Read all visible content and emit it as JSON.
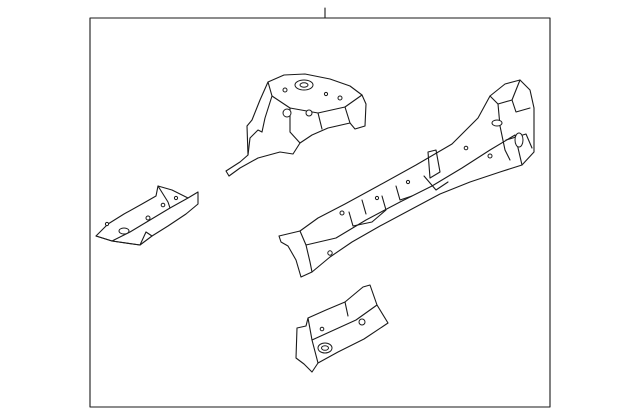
{
  "diagram": {
    "line_color": "#1a1a1a",
    "background": "#ffffff",
    "parts": [
      {
        "name": "upper-bracket",
        "icon": "bracket-icon"
      },
      {
        "name": "side-rail",
        "icon": "rail-icon"
      },
      {
        "name": "left-support",
        "icon": "support-icon"
      },
      {
        "name": "lower-bracket",
        "icon": "bracket-icon"
      }
    ]
  }
}
